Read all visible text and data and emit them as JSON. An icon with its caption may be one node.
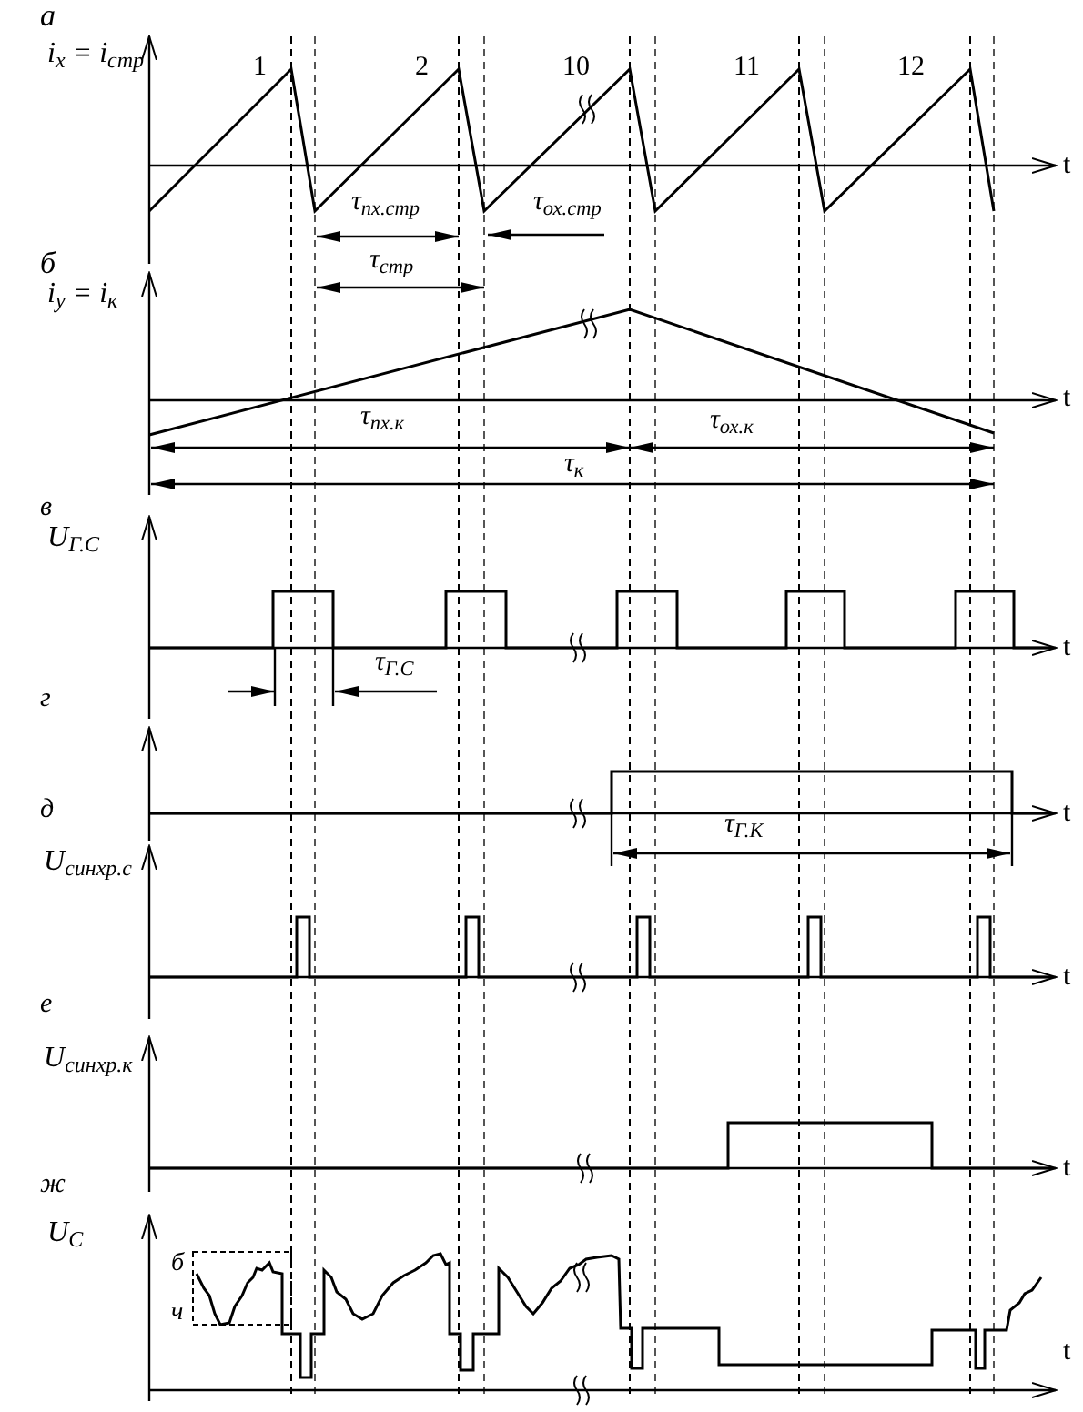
{
  "diagram": {
    "labels": [
      "а",
      "i$_{x}$ = i$_{стр}$",
      "1",
      "2",
      "10",
      "11",
      "12",
      "t",
      "τ$_{пх.стр}$",
      "τ$_{ох.стр}$",
      "б",
      "τ$_{стр}$",
      "i$_{y}$ = i$_{к}$",
      "t",
      "τ$_{пх.к}$",
      "τ$_{ох.к}$",
      "τ$_{к}$",
      "в",
      "U$_{Г.С}$",
      "t",
      "τ$_{Г.С}$",
      "г",
      "д",
      "t",
      "τ$_{Г.К}$",
      "U$_{синхр.с}$",
      "t",
      "е",
      "U$_{синхр.к}$",
      "t",
      "ж",
      "U$_{С}$",
      "б",
      "ч",
      "t"
    ]
  }
}
